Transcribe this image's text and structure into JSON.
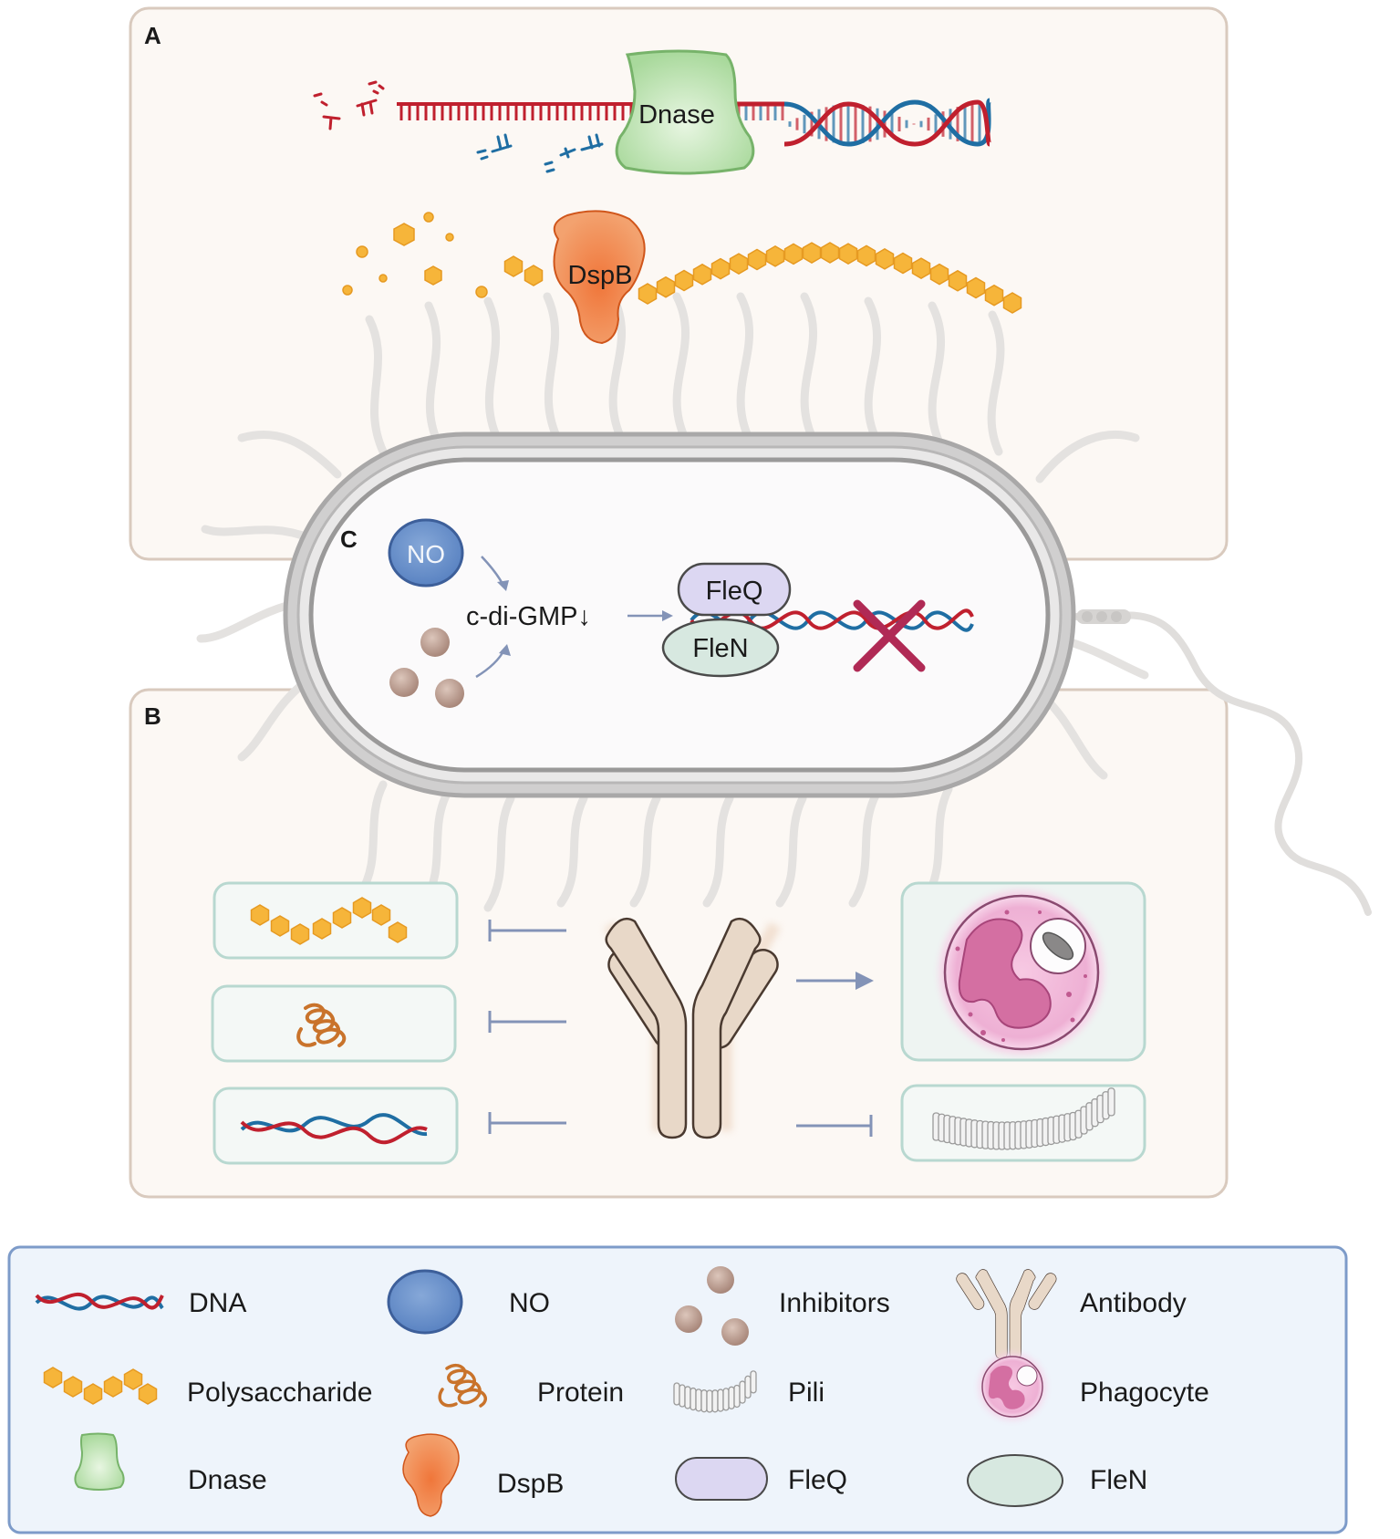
{
  "panels": {
    "a": "A",
    "b": "B",
    "c": "C"
  },
  "enzymes": {
    "dnase": "Dnase",
    "dspb": "DspB"
  },
  "pathway": {
    "no": "NO",
    "cdigmp": "c-di-GMP↓",
    "fleq": "FleQ",
    "flen": "FleN"
  },
  "legend": {
    "items": [
      {
        "label": "DNA",
        "icon": "dna-icon"
      },
      {
        "label": "NO",
        "icon": "no-icon"
      },
      {
        "label": "Inhibitors",
        "icon": "inhibitors-icon"
      },
      {
        "label": "Antibody",
        "icon": "antibody-icon"
      },
      {
        "label": "Polysaccharide",
        "icon": "polysaccharide-icon"
      },
      {
        "label": "Protein",
        "icon": "protein-icon"
      },
      {
        "label": "Pili",
        "icon": "pili-icon"
      },
      {
        "label": "Phagocyte",
        "icon": "phagocyte-icon"
      },
      {
        "label": "Dnase",
        "icon": "dnase-icon"
      },
      {
        "label": "DspB",
        "icon": "dspb-icon"
      },
      {
        "label": "FleQ",
        "icon": "fleq-icon"
      },
      {
        "label": "FleN",
        "icon": "flen-icon"
      }
    ]
  },
  "colors": {
    "panel_fill": "#fcf8f4",
    "panel_stroke": "#d9cabe",
    "dna_red": "#c0202e",
    "dna_blue": "#1f6ea3",
    "dnase": "#bfe3b5",
    "dspb": "#e8692b",
    "sugar": "#f6b53a",
    "no": "#6b93cc",
    "inhibitor": "#bfa295",
    "fleq": "#d9d4f0",
    "flen": "#d7e8e0",
    "antibody": "#e8d8c8",
    "phagocyte": "#f0b7d8",
    "arrow": "#8393b7",
    "cross": "#b02a55",
    "legend_fill": "#eef4fb",
    "legend_stroke": "#7d9bc9"
  }
}
